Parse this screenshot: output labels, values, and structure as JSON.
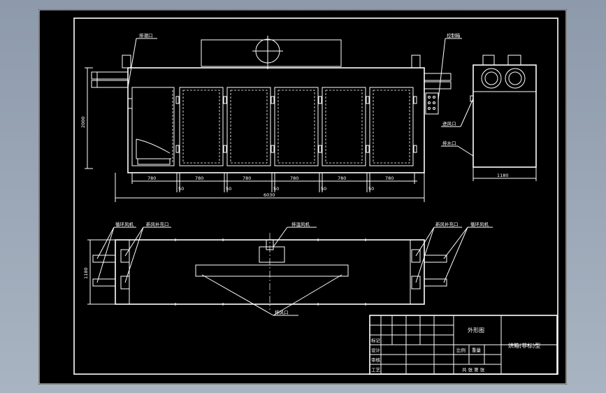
{
  "drawing": {
    "colors": {
      "background": "#000000",
      "line": "#ffffff",
      "frame_bg": "#98a4b4"
    },
    "front_view": {
      "label_top_left": "排潮口",
      "label_top_right": "控制箱",
      "dim_height": "2000",
      "dim_segments": [
        "780",
        "780",
        "780",
        "780",
        "780",
        "780"
      ],
      "dim_gaps": [
        "50",
        "50",
        "50",
        "50",
        "50"
      ],
      "dim_total": "6030"
    },
    "side_view": {
      "label_upper": "进风口",
      "label_lower": "排水口",
      "dim_width": "1180"
    },
    "plan_view": {
      "label_fan_left": "循环风机",
      "label_inlet_left": "新风补充口",
      "label_center": "排湿风机",
      "label_inlet_right": "新风补充口",
      "label_fan_right": "循环风机",
      "label_bottom": "排风口",
      "dim_depth": "1180"
    },
    "title_block": {
      "drawing_kind": "外形图",
      "title": "烘箱(非标)型",
      "row_labels": [
        "标记",
        "设计",
        "审核",
        "工艺"
      ],
      "scale_label": "比例",
      "weight_label": "重量",
      "sheet_label": "共 张 第 张"
    }
  }
}
